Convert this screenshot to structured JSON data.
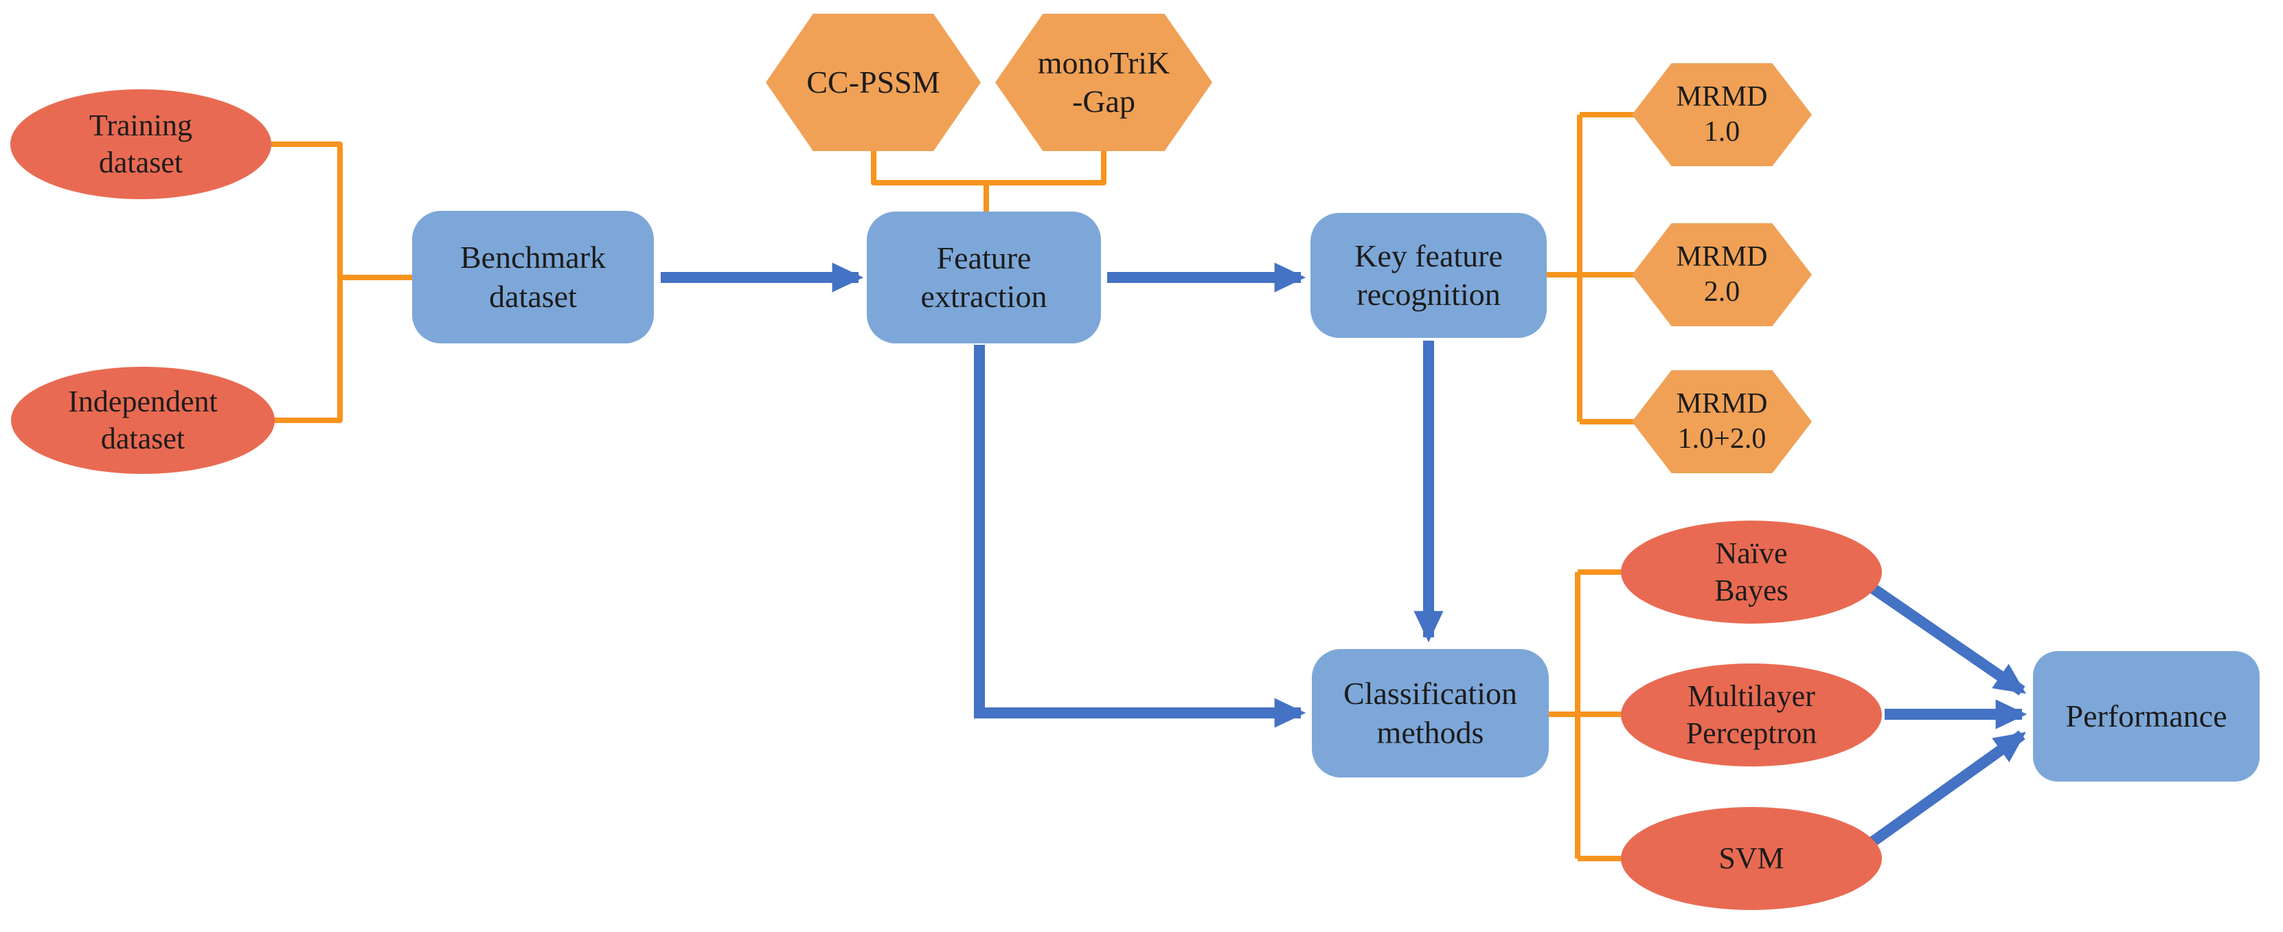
{
  "figure": {
    "type": "flowchart",
    "colors": {
      "background": "#FFFFFF",
      "node-blue": "#7DA7D8",
      "node-orange": "#F0A156",
      "node-red": "#E96A52",
      "arrow-blue": "#4472C4",
      "line-orange": "#F7941D",
      "text": "#1C1C1C"
    },
    "nodes": {
      "training_dataset": {
        "label": "Training dataset",
        "shape": "ellipse"
      },
      "independent_dataset": {
        "label": "Independent dataset",
        "shape": "ellipse"
      },
      "benchmark_dataset": {
        "label": "Benchmark dataset",
        "shape": "rounded-rect"
      },
      "cc_pssm": {
        "label": "CC-PSSM",
        "shape": "hexagon"
      },
      "monotrik_gap": {
        "label": "monoTriK -Gap",
        "shape": "hexagon"
      },
      "feature_extraction": {
        "label": "Feature extraction",
        "shape": "rounded-rect"
      },
      "key_feature_recognition": {
        "label": "Key feature recognition",
        "shape": "rounded-rect"
      },
      "mrmd_1": {
        "label": "MRMD 1.0",
        "shape": "hexagon"
      },
      "mrmd_2": {
        "label": "MRMD 2.0",
        "shape": "hexagon"
      },
      "mrmd_1_2": {
        "label": "MRMD 1.0+2.0",
        "shape": "hexagon"
      },
      "classification_methods": {
        "label": "Classification methods",
        "shape": "rounded-rect"
      },
      "naive_bayes": {
        "label": "Naïve Bayes",
        "shape": "ellipse"
      },
      "multilayer_perceptron": {
        "label": "Multilayer Perceptron",
        "shape": "ellipse"
      },
      "svm": {
        "label": "SVM",
        "shape": "ellipse"
      },
      "performance": {
        "label": "Performance",
        "shape": "rounded-rect"
      }
    },
    "edges": [
      {
        "from": "training_dataset",
        "to": "benchmark_dataset",
        "style": "orange-elbow"
      },
      {
        "from": "independent_dataset",
        "to": "benchmark_dataset",
        "style": "orange-elbow"
      },
      {
        "from": "cc_pssm",
        "to": "feature_extraction",
        "style": "orange-elbow"
      },
      {
        "from": "monotrik_gap",
        "to": "feature_extraction",
        "style": "orange-elbow"
      },
      {
        "from": "benchmark_dataset",
        "to": "feature_extraction",
        "style": "blue-arrow"
      },
      {
        "from": "feature_extraction",
        "to": "key_feature_recognition",
        "style": "blue-arrow"
      },
      {
        "from": "key_feature_recognition",
        "to": "mrmd_1",
        "style": "orange-elbow"
      },
      {
        "from": "key_feature_recognition",
        "to": "mrmd_2",
        "style": "orange-elbow"
      },
      {
        "from": "key_feature_recognition",
        "to": "mrmd_1_2",
        "style": "orange-elbow"
      },
      {
        "from": "key_feature_recognition",
        "to": "classification_methods",
        "style": "blue-arrow"
      },
      {
        "from": "feature_extraction",
        "to": "classification_methods",
        "style": "blue-arrow"
      },
      {
        "from": "classification_methods",
        "to": "naive_bayes",
        "style": "orange-elbow"
      },
      {
        "from": "classification_methods",
        "to": "multilayer_perceptron",
        "style": "orange-elbow"
      },
      {
        "from": "classification_methods",
        "to": "svm",
        "style": "orange-elbow"
      },
      {
        "from": "naive_bayes",
        "to": "performance",
        "style": "blue-arrow"
      },
      {
        "from": "multilayer_perceptron",
        "to": "performance",
        "style": "blue-arrow"
      },
      {
        "from": "svm",
        "to": "performance",
        "style": "blue-arrow"
      }
    ]
  }
}
